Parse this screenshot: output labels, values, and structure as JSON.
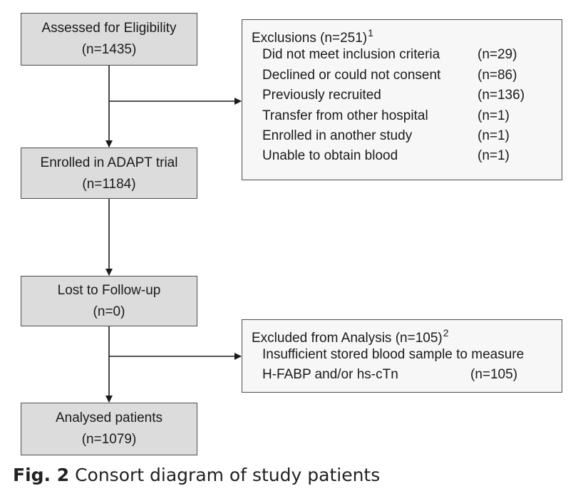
{
  "boxes": {
    "assessed": {
      "line1": "Assessed for Eligibility",
      "line2": "(n=1435)"
    },
    "enrolled": {
      "line1": "Enrolled in ADAPT trial",
      "line2": "(n=1184)"
    },
    "lost": {
      "line1": "Lost to Follow-up",
      "line2": "(n=0)"
    },
    "analysed": {
      "line1": "Analysed patients",
      "line2": "(n=1079)"
    }
  },
  "exclusions": {
    "title": "Exclusions (n=251)",
    "footnote": "1",
    "items": [
      {
        "label": "Did not meet inclusion criteria",
        "count": "(n=29)"
      },
      {
        "label": "Declined or could not consent",
        "count": "(n=86)"
      },
      {
        "label": "Previously recruited",
        "count": "(n=136)"
      },
      {
        "label": "Transfer from other hospital",
        "count": "(n=1)"
      },
      {
        "label": "Enrolled in another study",
        "count": "(n=1)"
      },
      {
        "label": "Unable to obtain blood",
        "count": "(n=1)"
      }
    ]
  },
  "excluded_analysis": {
    "title": "Excluded from Analysis (n=105)",
    "footnote": "2",
    "line1": "Insufficient stored blood sample to measure",
    "line2": "H-FABP and/or hs-cTn",
    "count": "(n=105)"
  },
  "caption": {
    "fig_label": "Fig. 2",
    "text": " Consort diagram of study patients"
  },
  "colors": {
    "box_fill": "#dcdcdc",
    "side_box_fill": "#f7f7f7",
    "border": "#4d4d4d",
    "line": "#1a1a1a"
  }
}
